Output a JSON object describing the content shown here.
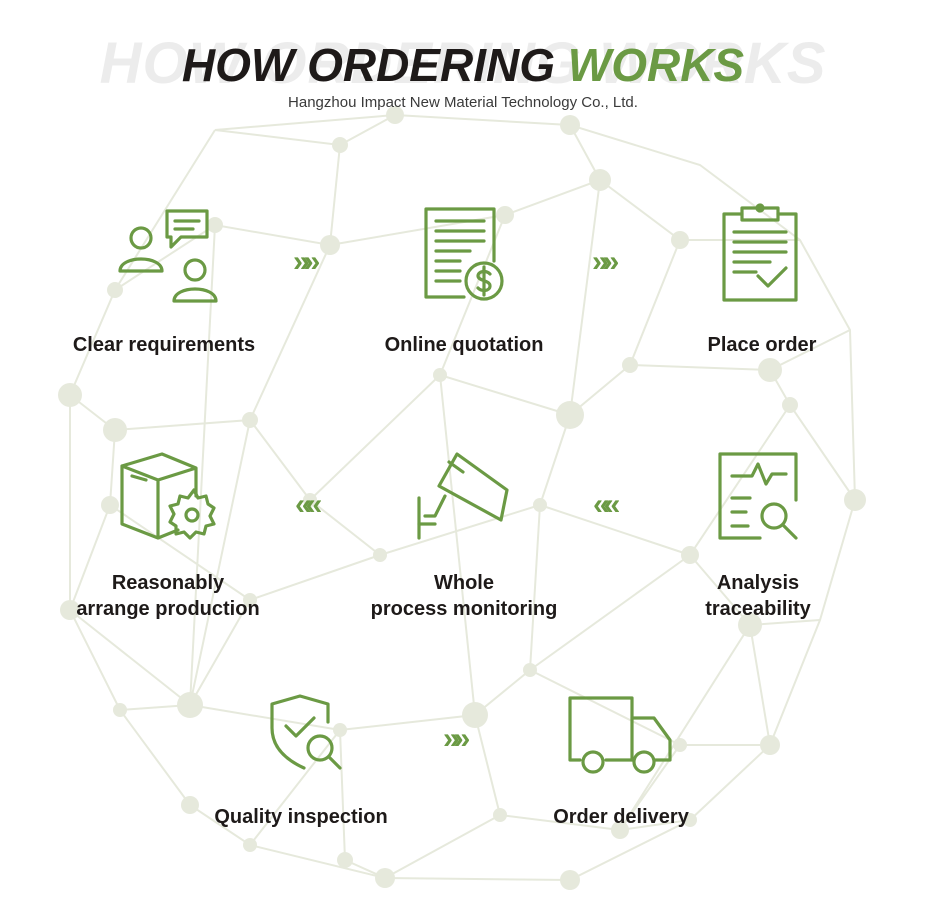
{
  "header": {
    "watermark": "HOW ORDERING WORKS",
    "title_main": "HOW ORDERING",
    "title_accent": "WORKS",
    "subtitle": "Hangzhou Impact New Material Technology Co., Ltd."
  },
  "steps": [
    {
      "label_1": "Clear requirements",
      "label_2": "",
      "icon": "users-chat-icon"
    },
    {
      "label_1": "Online quotation",
      "label_2": "",
      "icon": "quotation-document-icon"
    },
    {
      "label_1": "Place order",
      "label_2": "",
      "icon": "clipboard-check-icon"
    },
    {
      "label_1": "Analysis",
      "label_2": "traceability",
      "icon": "analysis-document-icon"
    },
    {
      "label_1": "Whole",
      "label_2": "process monitoring",
      "icon": "camera-monitor-icon"
    },
    {
      "label_1": "Reasonably",
      "label_2": "arrange production",
      "icon": "box-gear-icon"
    },
    {
      "label_1": "Quality inspection",
      "label_2": "",
      "icon": "shield-check-icon"
    },
    {
      "label_1": "Order delivery",
      "label_2": "",
      "icon": "delivery-truck-icon"
    }
  ],
  "arrows": {
    "right": "»»",
    "left": "««"
  },
  "colors": {
    "accent": "#6b9a44",
    "text": "#1e1a19",
    "network": "#e9ece0"
  }
}
